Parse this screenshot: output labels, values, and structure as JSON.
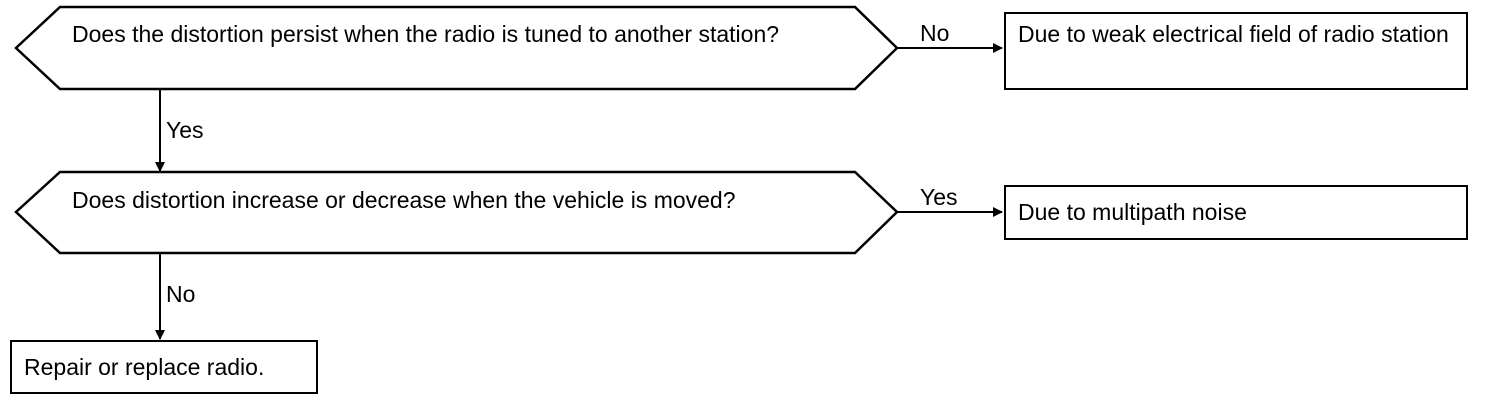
{
  "decision_1": {
    "question": "Does the distortion persist when the radio is tuned to another station?",
    "no_label": "No",
    "yes_label": "Yes"
  },
  "outcome_weak_field": {
    "text": "Due to weak electrical field of radio station"
  },
  "decision_2": {
    "question": "Does distortion increase or decrease when the vehicle is moved?",
    "yes_label": "Yes",
    "no_label": "No"
  },
  "outcome_multipath": {
    "text": "Due to multipath noise"
  },
  "outcome_repair": {
    "text": "Repair or replace radio."
  },
  "colors": {
    "line": "#000000",
    "background": "#ffffff"
  }
}
